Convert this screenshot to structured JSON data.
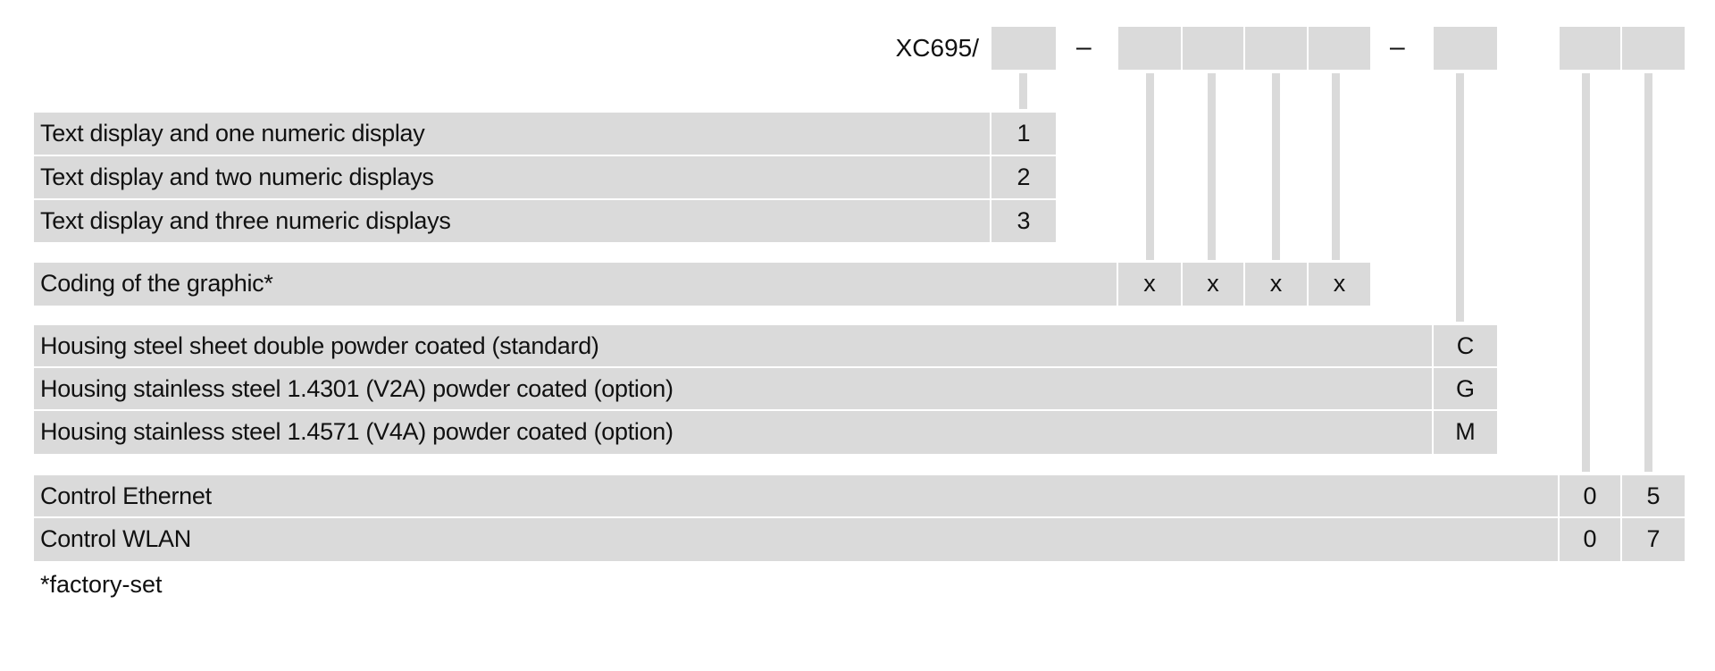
{
  "header": {
    "prefix": "XC695/",
    "dash1": "–",
    "dash2": "–"
  },
  "groups": {
    "display": {
      "rows": [
        {
          "label": "Text display and one numeric display",
          "code": "1"
        },
        {
          "label": "Text display and two numeric displays",
          "code": "2"
        },
        {
          "label": "Text display and three numeric displays",
          "code": "3"
        }
      ]
    },
    "graphic": {
      "label": "Coding of the graphic*",
      "codes": [
        "x",
        "x",
        "x",
        "x"
      ]
    },
    "housing": {
      "rows": [
        {
          "label": "Housing steel sheet double powder coated (standard)",
          "code": "C"
        },
        {
          "label": "Housing stainless steel 1.4301 (V2A) powder coated (option)",
          "code": "G"
        },
        {
          "label": "Housing stainless steel 1.4571 (V4A) powder coated (option)",
          "code": "M"
        }
      ]
    },
    "control": {
      "rows": [
        {
          "label": "Control Ethernet",
          "codes": [
            "0",
            "5"
          ]
        },
        {
          "label": "Control WLAN",
          "codes": [
            "0",
            "7"
          ]
        }
      ]
    }
  },
  "footnote": "*factory-set",
  "colors": {
    "box_fill": "#dadada",
    "text": "#111111",
    "background": "#ffffff"
  }
}
